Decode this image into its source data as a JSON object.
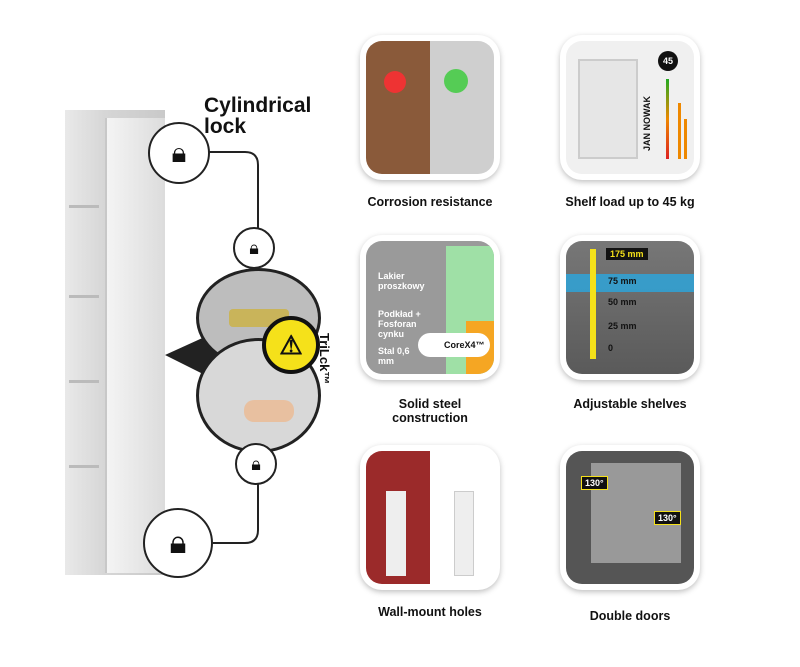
{
  "lock": {
    "title_line1": "Cylindrical",
    "title_line2": "lock",
    "brand": "TriLck™"
  },
  "features": [
    {
      "caption": "Corrosion resistance"
    },
    {
      "caption": "Shelf load up to 45 kg",
      "badge": "45",
      "brand": "JAN NOWAK"
    },
    {
      "caption_line1": "Solid steel",
      "caption_line2": "construction",
      "layers": [
        "Lakier proszkowy",
        "Podkład + Fosforan cynku",
        "Stal 0,6 mm"
      ],
      "badge": "CoreX4™"
    },
    {
      "caption": "Adjustable shelves",
      "scale": [
        "175 mm",
        "75 mm",
        "50 mm",
        "25 mm",
        "0"
      ]
    },
    {
      "caption": "Wall-mount holes"
    },
    {
      "caption": "Double doors",
      "angles": [
        "130°",
        "130°"
      ]
    }
  ],
  "colors": {
    "accent": "#f5e11a",
    "dark": "#222222"
  }
}
